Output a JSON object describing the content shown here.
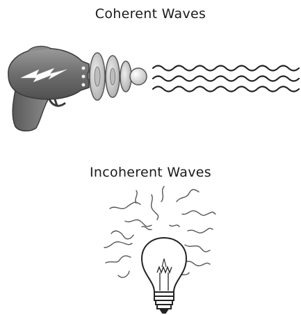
{
  "figure": {
    "coherent_title": "Coherent Waves",
    "incoherent_title": "Incoherent Waves"
  },
  "icons": {
    "coherent_source": "ray-gun-icon",
    "coherent_output": "parallel-wave-lines",
    "incoherent_source": "light-bulb-icon",
    "incoherent_output": "random-squiggle-lines"
  },
  "colors": {
    "gun_body": "#7a7a7a",
    "gun_dark": "#4a4a4a",
    "gun_light": "#c8c8c8",
    "wave_stroke": "#222222",
    "bulb_stroke": "#222222",
    "squiggle_stroke": "#555555"
  },
  "coherent_wave_count": 3
}
